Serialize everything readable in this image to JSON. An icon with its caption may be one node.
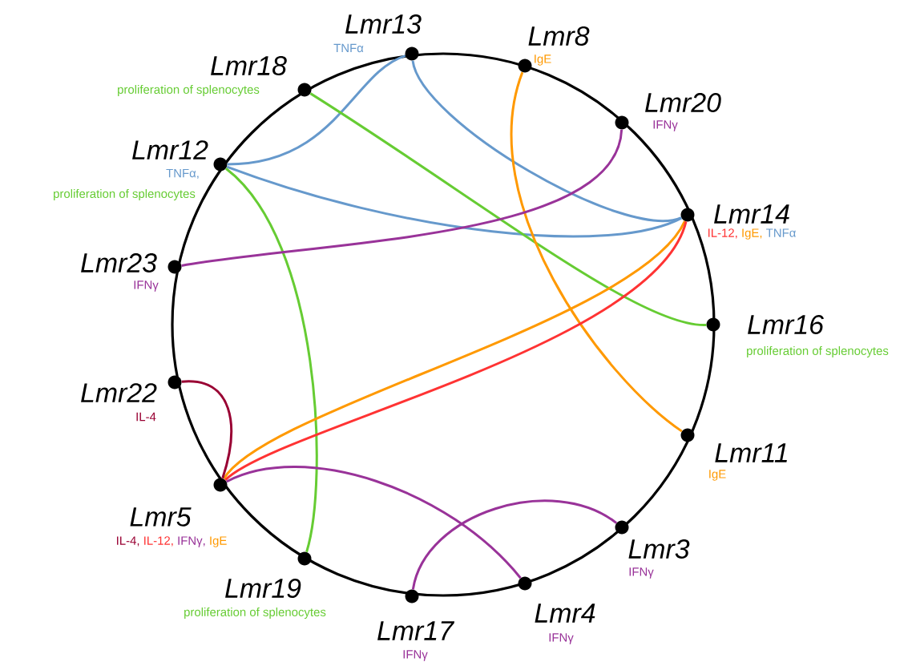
{
  "diagram": {
    "nodes": [
      {
        "text": [
          "Lmr13"
        ],
        "beside": [
          "TNFα"
        ]
      },
      {
        "text": [
          "Lmr8"
        ],
        "beside": [
          "IgE"
        ]
      },
      {
        "text": [
          "Lmr18"
        ],
        "beside": [
          "proliferation of splenocytes"
        ]
      },
      {
        "text": [
          "Lmr20"
        ],
        "beside": [
          "IFNγ"
        ]
      },
      {
        "text": [
          "Lmr12"
        ],
        "beside": [
          "TNFα,",
          "proliferation of splenocytes"
        ]
      },
      {
        "text": [
          "Lmr14"
        ],
        "beside": [
          "IL-12,",
          "IgE,",
          "TNFα"
        ]
      },
      {
        "text": [
          "Lmr23"
        ],
        "beside": [
          "IFNγ"
        ]
      },
      {
        "text": [
          "Lmr16"
        ],
        "beside": [
          "proliferation of splenocytes"
        ]
      },
      {
        "text": [
          "Lmr22"
        ],
        "beside": [
          "IL-4"
        ]
      },
      {
        "text": [
          "Lmr11"
        ],
        "beside": [
          "IgE"
        ]
      },
      {
        "text": [
          "Lmr5"
        ],
        "beside": [
          "IL-4,",
          "IL-12,",
          "IFNγ,",
          "IgE"
        ]
      },
      {
        "text": [
          "Lmr3"
        ],
        "beside": [
          "IFNγ"
        ]
      },
      {
        "text": [
          "Lmr19"
        ],
        "beside": [
          "proliferation of splenocytes"
        ]
      },
      {
        "text": [
          "Lmr4"
        ],
        "beside": [
          "IFNγ"
        ]
      },
      {
        "text": [
          "Lmr17"
        ],
        "beside": [
          "IFNγ"
        ]
      }
    ],
    "edges": [
      {
        "from": 4,
        "to": 0,
        "arrow": "none",
        "color": "#6699cc"
      },
      {
        "from": 4,
        "to": 5,
        "arrow": "none",
        "color": "#6699cc"
      },
      {
        "from": 0,
        "to": 5,
        "arrow": "none",
        "color": "#6699cc"
      },
      {
        "from": 2,
        "to": 7,
        "arrow": "none",
        "color": "#66cc33"
      },
      {
        "from": 4,
        "to": 12,
        "arrow": "none",
        "color": "#66cc33"
      },
      {
        "from": 1,
        "to": 9,
        "arrow": "none",
        "color": "#ff9900"
      },
      {
        "from": 5,
        "to": 10,
        "arrow": "none",
        "color": "#ff9900"
      },
      {
        "from": 5,
        "to": 10,
        "arrow": "none",
        "color": "#ff3333"
      },
      {
        "from": 3,
        "to": 6,
        "arrow": "none",
        "color": "#993399"
      },
      {
        "from": 10,
        "to": 13,
        "arrow": "none",
        "color": "#993399"
      },
      {
        "from": 14,
        "to": 11,
        "arrow": "none",
        "color": "#993399"
      },
      {
        "from": 8,
        "to": 10,
        "arrow": "none",
        "color": "#990033"
      }
    ]
  }
}
